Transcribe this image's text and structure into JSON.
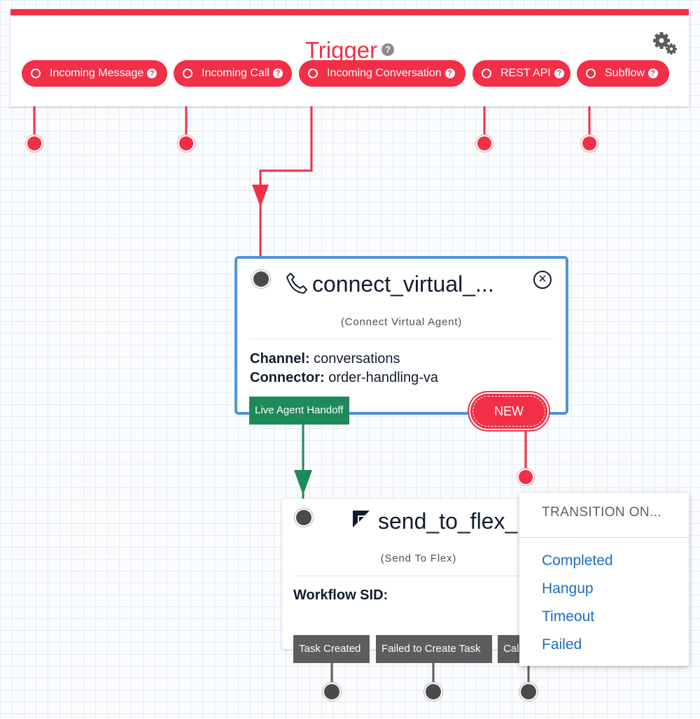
{
  "trigger": {
    "title": "Trigger",
    "help": "?",
    "settings_icon": "gears-icon",
    "pills": [
      {
        "label": "Incoming Message"
      },
      {
        "label": "Incoming Call"
      },
      {
        "label": "Incoming Conversation"
      },
      {
        "label": "REST API"
      },
      {
        "label": "Subflow"
      }
    ]
  },
  "connect_widget": {
    "title": "connect_virtual_...",
    "subtitle": "(Connect Virtual Agent)",
    "icon": "phone-icon",
    "properties": [
      {
        "key": "Channel:",
        "value": "conversations"
      },
      {
        "key": "Connector:",
        "value": "order-handling-va"
      }
    ],
    "transition_tag": "Live Agent Handoff",
    "new_button": "NEW"
  },
  "flex_widget": {
    "title": "send_to_flex_",
    "subtitle": "(Send To Flex)",
    "icon": "flex-logo-icon",
    "property_key": "Workflow SID:",
    "transitions": [
      "Task Created",
      "Failed to Create Task",
      "Cal"
    ]
  },
  "transition_menu": {
    "header": "TRANSITION ON...",
    "items": [
      "Completed",
      "Hangup",
      "Timeout",
      "Failed"
    ]
  },
  "colors": {
    "brand_red": "#f22f46",
    "selected_blue": "#4f94d4",
    "success_green": "#1e8a5a",
    "link_blue": "#1d6cc2"
  }
}
